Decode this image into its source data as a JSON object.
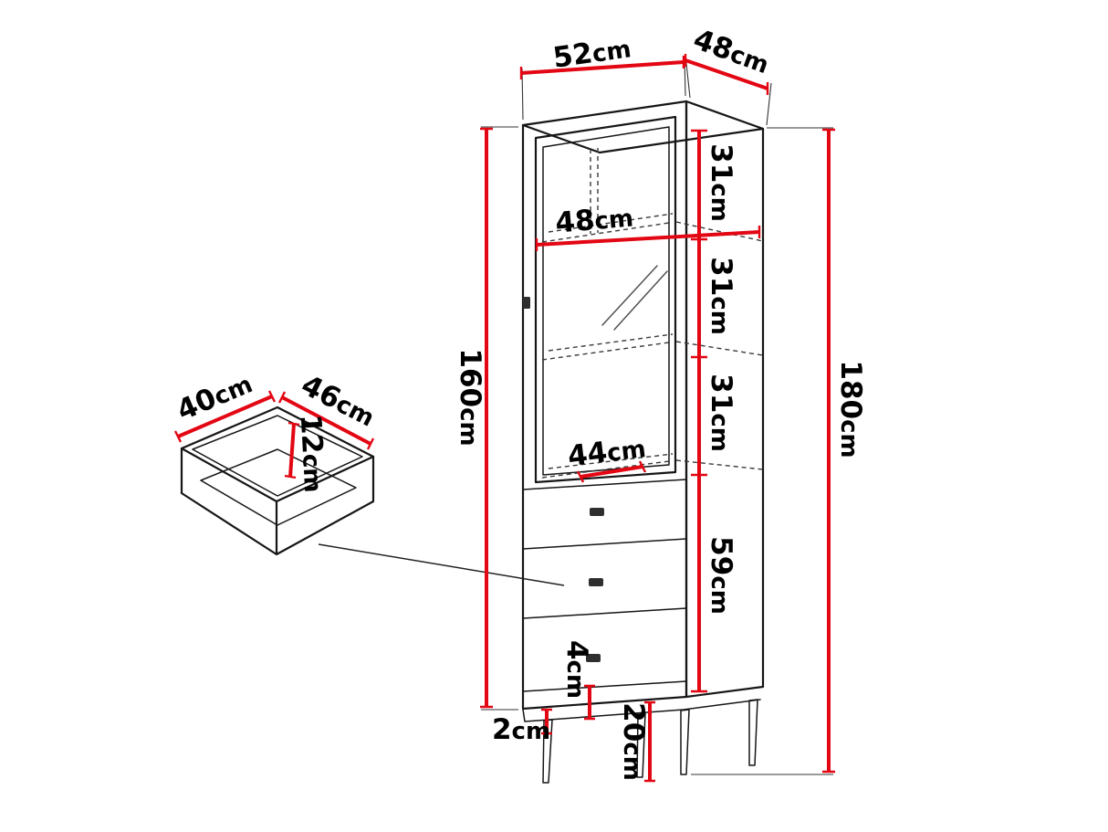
{
  "diagram_type": "furniture-dimension-drawing",
  "unit": "cm",
  "colors": {
    "dimension_red": "#e30613",
    "outline": "#161616",
    "hidden_line": "#3a3a3a",
    "handle": "#2f2f2f",
    "background": "#ffffff"
  },
  "dimensions": {
    "top_width": {
      "v": "52",
      "u": "cm"
    },
    "top_depth": {
      "v": "48",
      "u": "cm"
    },
    "interior_width_top": {
      "v": "48",
      "u": "cm"
    },
    "section_1": {
      "v": "31",
      "u": "cm"
    },
    "section_2": {
      "v": "31",
      "u": "cm"
    },
    "section_3": {
      "v": "31",
      "u": "cm"
    },
    "drawer_section": {
      "v": "59",
      "u": "cm"
    },
    "body_height": {
      "v": "160",
      "u": "cm"
    },
    "total_height": {
      "v": "180",
      "u": "cm"
    },
    "interior_width_bottom": {
      "v": "44",
      "u": "cm"
    },
    "bottom_rail": {
      "v": "4",
      "u": "cm"
    },
    "leg_inset": {
      "v": "2",
      "u": "cm"
    },
    "leg_height": {
      "v": "20",
      "u": "cm"
    },
    "drawer_depth": {
      "v": "40",
      "u": "cm"
    },
    "drawer_width": {
      "v": "46",
      "u": "cm"
    },
    "drawer_height": {
      "v": "12",
      "u": "cm"
    }
  }
}
